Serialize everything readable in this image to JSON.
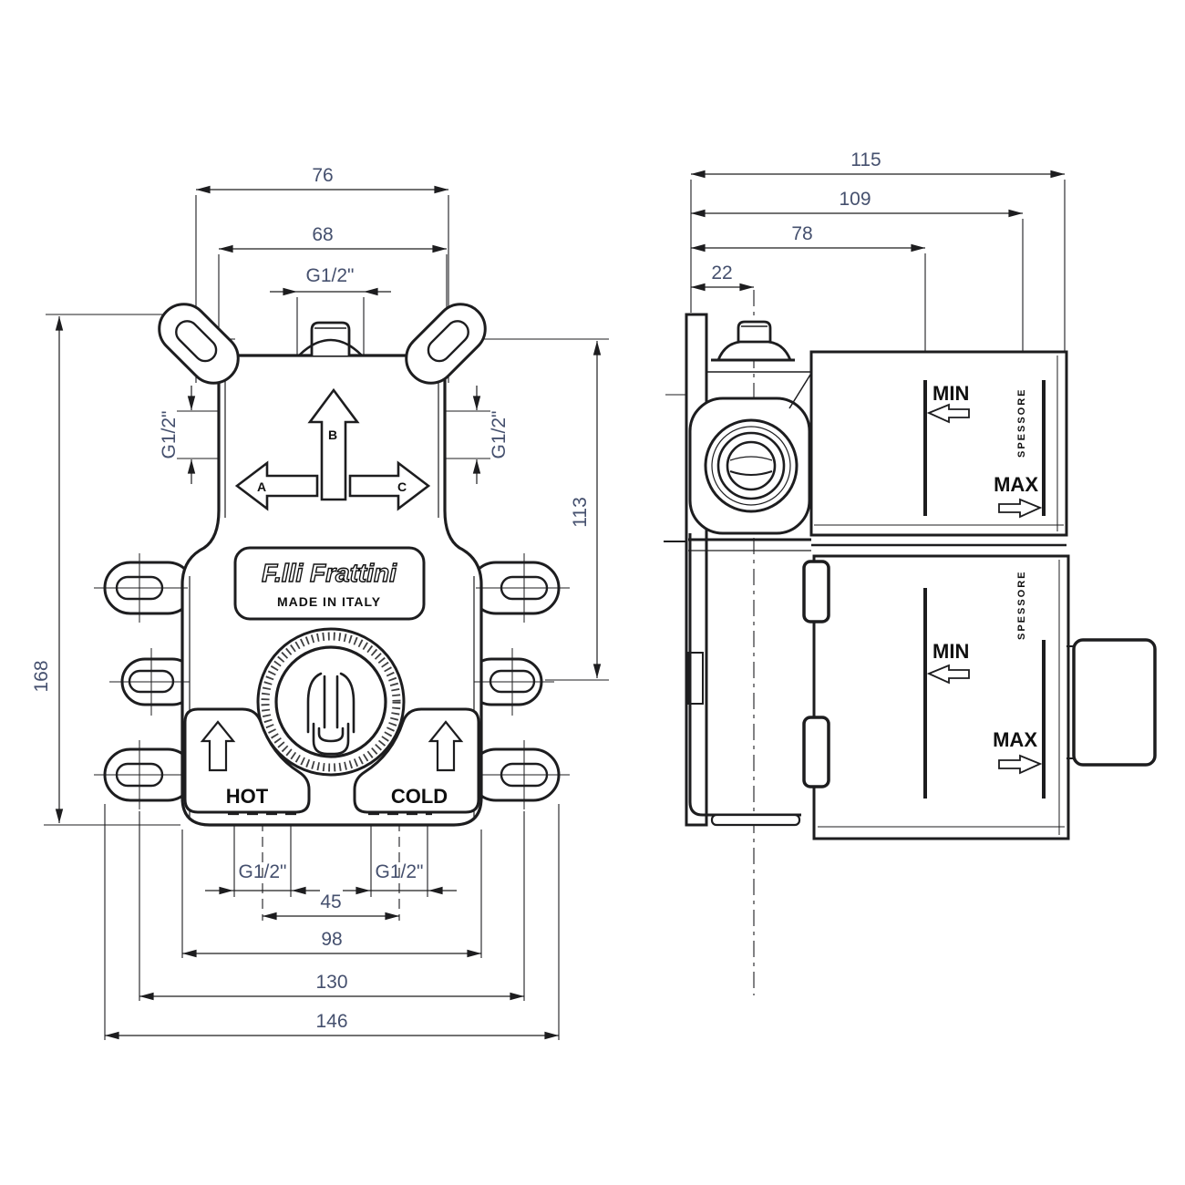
{
  "front_view": {
    "brand": "F.lli Frattini",
    "made_in": "MADE IN ITALY",
    "hot": "HOT",
    "cold": "COLD",
    "port_letters": {
      "a": "A",
      "b": "B",
      "c": "C"
    },
    "dims": {
      "mount_holes_width": "76",
      "body_top_width": "68",
      "thread_top": "G1/2\"",
      "thread_left": "G1/2\"",
      "thread_right": "G1/2\"",
      "overall_height": "168",
      "right_height": "113",
      "thread_hot": "G1/2\"",
      "thread_cold": "G1/2\"",
      "bottom_ports_spacing": "45",
      "body_width": "98",
      "tab_holes_width": "130",
      "overall_width": "146"
    }
  },
  "side_view": {
    "dims": {
      "depth_overall": "115",
      "depth_max_plaster": "109",
      "depth_min_plaster": "78",
      "depth_top_port": "22"
    },
    "labels": {
      "min_upper": "MIN",
      "max_upper": "MAX",
      "min_lower": "MIN",
      "max_lower": "MAX",
      "plaster_upper": "SPESSORE",
      "plaster_lower": "SPESSORE"
    }
  },
  "colors": {
    "line": "#1d1d1f",
    "dim_text": "#45506e",
    "label_text": "#101010",
    "background": "#ffffff"
  }
}
